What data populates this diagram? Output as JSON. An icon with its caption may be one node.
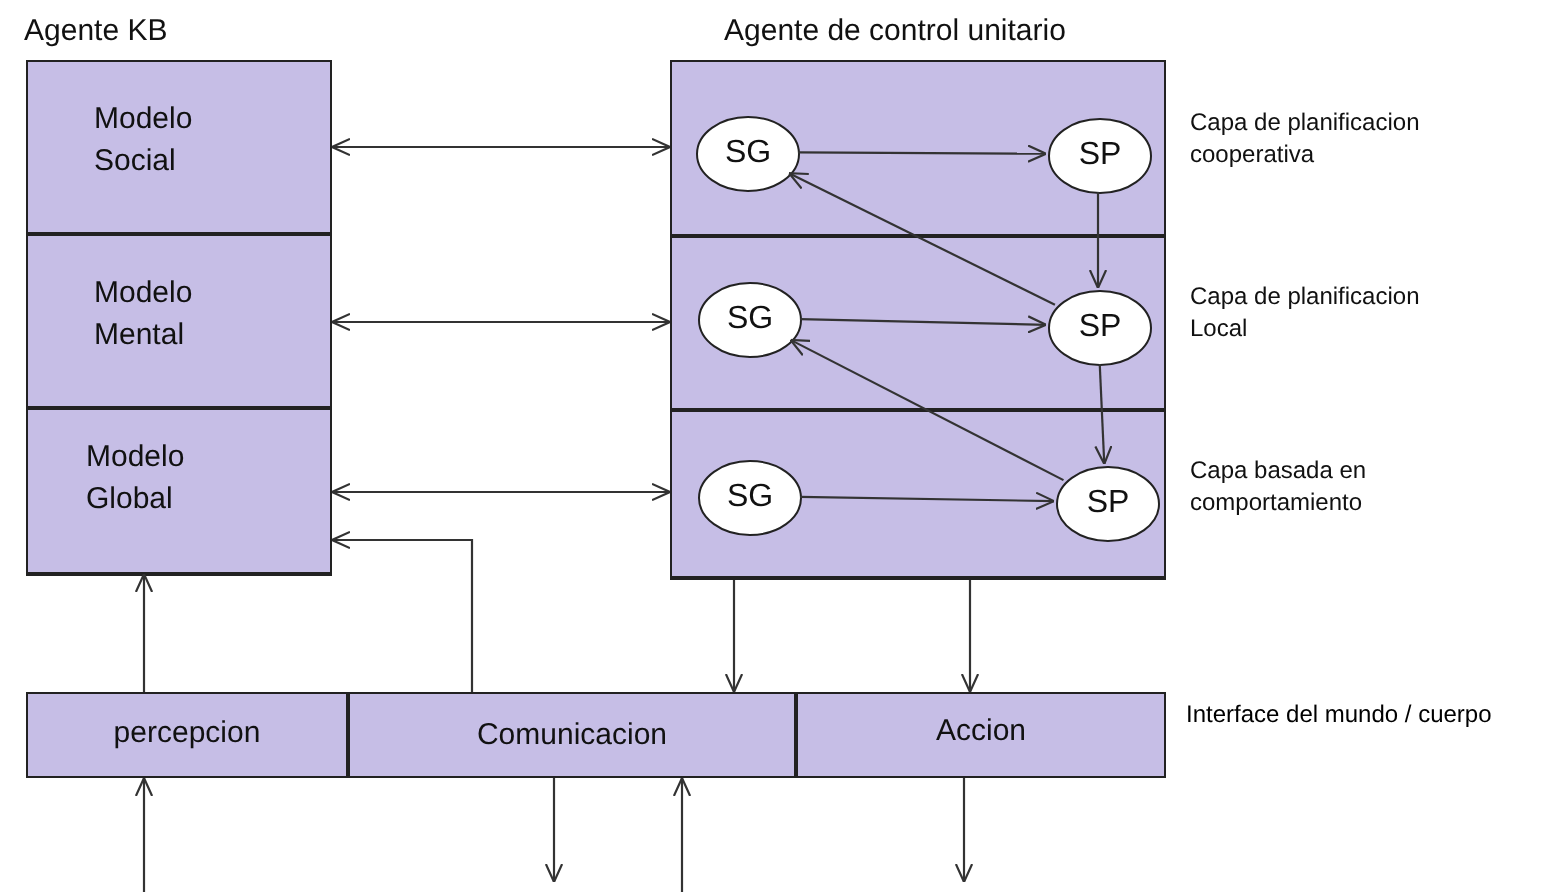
{
  "diagram": {
    "nodes": [
      {
        "text": [
          "Agente KB"
        ]
      },
      {
        "text": [
          "Modelo Social"
        ],
        "in": 0
      },
      {
        "text": [
          "Modelo Mental"
        ],
        "in": 0
      },
      {
        "text": [
          "Modelo Global"
        ],
        "in": 0
      },
      {
        "text": [
          "Agente de control unitario"
        ]
      },
      {
        "text": [],
        "shape": "box",
        "in": 4,
        "beside": [
          "Capa de planificacion cooperativa"
        ]
      },
      {
        "text": [
          "SG"
        ],
        "in": 5
      },
      {
        "text": [
          "SP"
        ],
        "in": 5
      },
      {
        "text": [],
        "shape": "box",
        "in": 4,
        "beside": [
          "Capa de planificacion Local"
        ]
      },
      {
        "text": [
          "SG"
        ],
        "in": 8
      },
      {
        "text": [
          "SP"
        ],
        "in": 8
      },
      {
        "text": [],
        "shape": "box",
        "in": 4,
        "beside": [
          "Capa basada en comportamiento"
        ]
      },
      {
        "text": [
          "SG"
        ],
        "in": 11
      },
      {
        "text": [
          "SP"
        ],
        "in": 11
      },
      {
        "text": [
          "percepcion"
        ]
      },
      {
        "text": [
          "Comunicacion"
        ]
      },
      {
        "text": [
          "Accion"
        ]
      }
    ],
    "edges": [
      {
        "from": 1,
        "to": 5,
        "arrow": "both"
      },
      {
        "from": 2,
        "to": 8,
        "arrow": "both"
      },
      {
        "from": 3,
        "to": 11,
        "arrow": "both"
      },
      {
        "from": 6,
        "to": 7,
        "arrow": "to"
      },
      {
        "from": 7,
        "to": 10,
        "arrow": "to"
      },
      {
        "from": 10,
        "to": 6,
        "arrow": "to"
      },
      {
        "from": 9,
        "to": 10,
        "arrow": "to"
      },
      {
        "from": 10,
        "to": 13,
        "arrow": "to"
      },
      {
        "from": 13,
        "to": 9,
        "arrow": "to"
      },
      {
        "from": 12,
        "to": 13,
        "arrow": "to"
      },
      {
        "from": 14,
        "to": 3,
        "arrow": "to"
      },
      {
        "from": 15,
        "to": 3,
        "arrow": "to"
      },
      {
        "from": 4,
        "to": 15,
        "arrow": "to"
      },
      {
        "from": 4,
        "to": 16,
        "arrow": "to"
      },
      {
        "from": null,
        "to": 14,
        "arrow": "to"
      },
      {
        "from": 15,
        "to": null,
        "arrow": "to"
      },
      {
        "from": null,
        "to": 15,
        "arrow": "to"
      },
      {
        "from": 16,
        "to": null,
        "arrow": "to"
      }
    ],
    "labels": [
      "Interface del mundo / cuerpo"
    ]
  }
}
